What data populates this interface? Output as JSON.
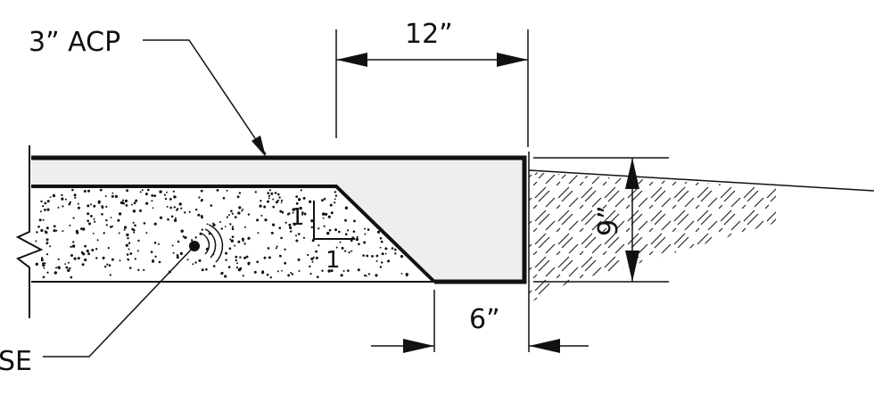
{
  "labels": {
    "acp": "3” ACP",
    "width_top": "12”",
    "width_bottom": "6”",
    "depth": "9”",
    "base": "SE",
    "slope_rise": "1",
    "slope_run": "1"
  },
  "colors": {
    "line": "#111111",
    "acp_fill": "#eeeeee",
    "base_fill": "#ffffff",
    "background": "#ffffff"
  }
}
